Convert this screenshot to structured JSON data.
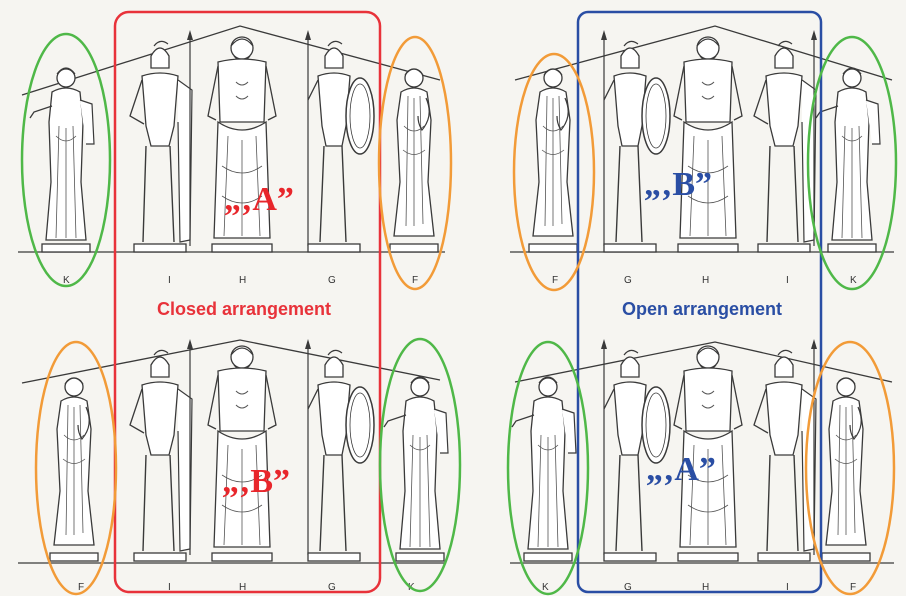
{
  "panels": [
    {
      "id": "top-left",
      "figure_labels": [
        "K",
        "I",
        "H",
        "G",
        "F"
      ],
      "center_label": "„‚A”",
      "center_label_color": "#e8262b"
    },
    {
      "id": "bottom-left",
      "figure_labels": [
        "F",
        "I",
        "H",
        "G",
        "K"
      ],
      "center_label": "„‚B”",
      "center_label_color": "#e8262b"
    },
    {
      "id": "top-right",
      "figure_labels": [
        "F",
        "G",
        "H",
        "I",
        "K"
      ],
      "center_label": "„‚B”",
      "center_label_color": "#2a4ea4"
    },
    {
      "id": "bottom-right",
      "figure_labels": [
        "K",
        "G",
        "H",
        "I",
        "F"
      ],
      "center_label": "„‚A”",
      "center_label_color": "#2a4ea4"
    }
  ],
  "captions": {
    "closed": "Closed arrangement",
    "open": "Open arrangement"
  },
  "colors": {
    "closed_frame": "#e8323a",
    "open_frame": "#2a4ea4",
    "green_ellipse": "#4fb848",
    "orange_ellipse": "#f29b38",
    "line_art": "#3a3a3a",
    "background": "#f6f5f1"
  },
  "icons": [
    "standing-goddess-figure",
    "warrior-figure",
    "zeus-figure",
    "shield-warrior-figure",
    "robed-woman-figure"
  ]
}
